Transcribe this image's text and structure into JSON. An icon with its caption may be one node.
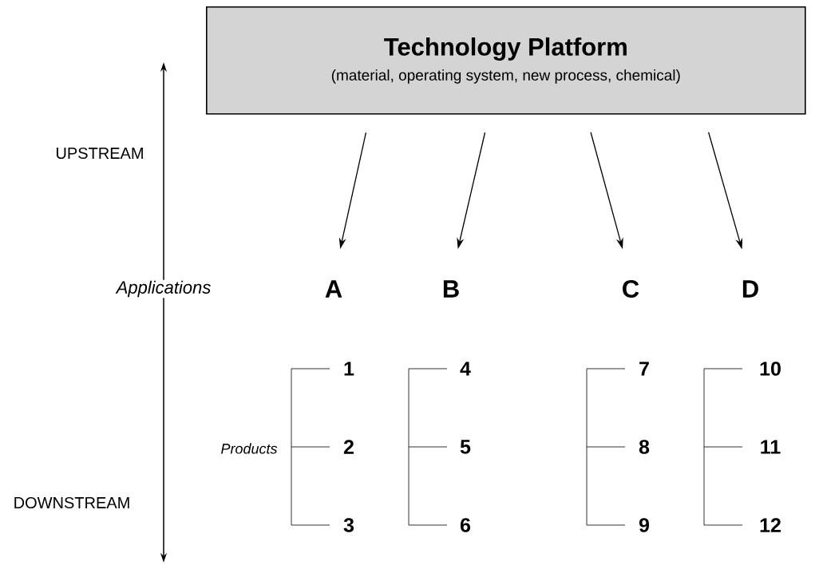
{
  "diagram": {
    "nodes": [
      {
        "text": [
          "Technology Platform",
          "(material, operating system, new process, chemical)"
        ]
      },
      {
        "text": [
          "A"
        ]
      },
      {
        "text": [
          "B"
        ]
      },
      {
        "text": [
          "C"
        ]
      },
      {
        "text": [
          "D"
        ]
      }
    ],
    "edges": [
      {
        "from": 0,
        "to": 1,
        "arrow": "to"
      },
      {
        "from": 0,
        "to": 2,
        "arrow": "to"
      },
      {
        "from": 0,
        "to": 3,
        "arrow": "to"
      },
      {
        "from": 0,
        "to": 4,
        "arrow": "to"
      }
    ],
    "labels": [
      "UPSTREAM",
      "Applications",
      "Products",
      "1",
      "4",
      "7",
      "10",
      "2",
      "5",
      "8",
      "11",
      "DOWNSTREAM",
      "3",
      "6",
      "9",
      "12"
    ]
  }
}
